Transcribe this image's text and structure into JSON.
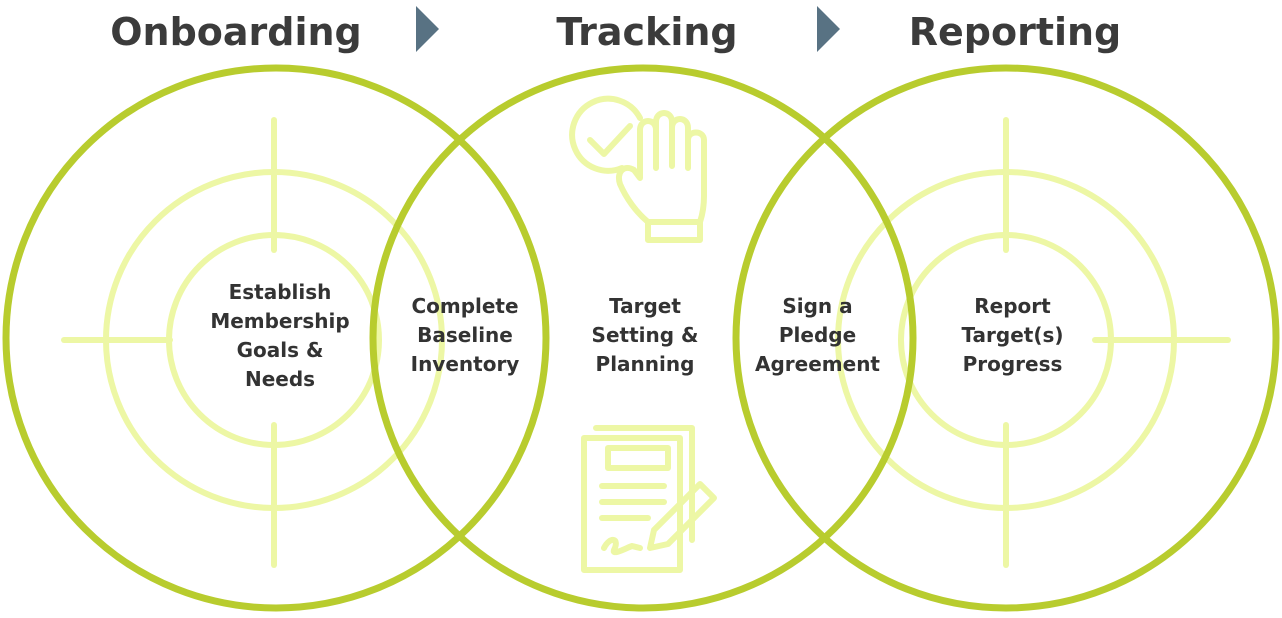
{
  "stages": [
    {
      "title": "Onboarding"
    },
    {
      "title": "Tracking"
    },
    {
      "title": "Reporting"
    }
  ],
  "steps": [
    {
      "lines": [
        "Establish",
        "Membership",
        "Goals &",
        "Needs"
      ]
    },
    {
      "lines": [
        "Complete",
        "Baseline",
        "Inventory"
      ]
    },
    {
      "lines": [
        "Target",
        "Setting &",
        "Planning"
      ]
    },
    {
      "lines": [
        "Sign a",
        "Pledge",
        "Agreement"
      ]
    },
    {
      "lines": [
        "Report",
        "Target(s)",
        "Progress"
      ]
    }
  ],
  "colors": {
    "ring": "#b8cc2e",
    "target_light": "#edf7a5",
    "heading": "#3b3b3b",
    "arrow": "#587283",
    "label": "#333333"
  },
  "icons": [
    "check-circle-icon",
    "raised-hand-icon",
    "signed-document-icon"
  ]
}
